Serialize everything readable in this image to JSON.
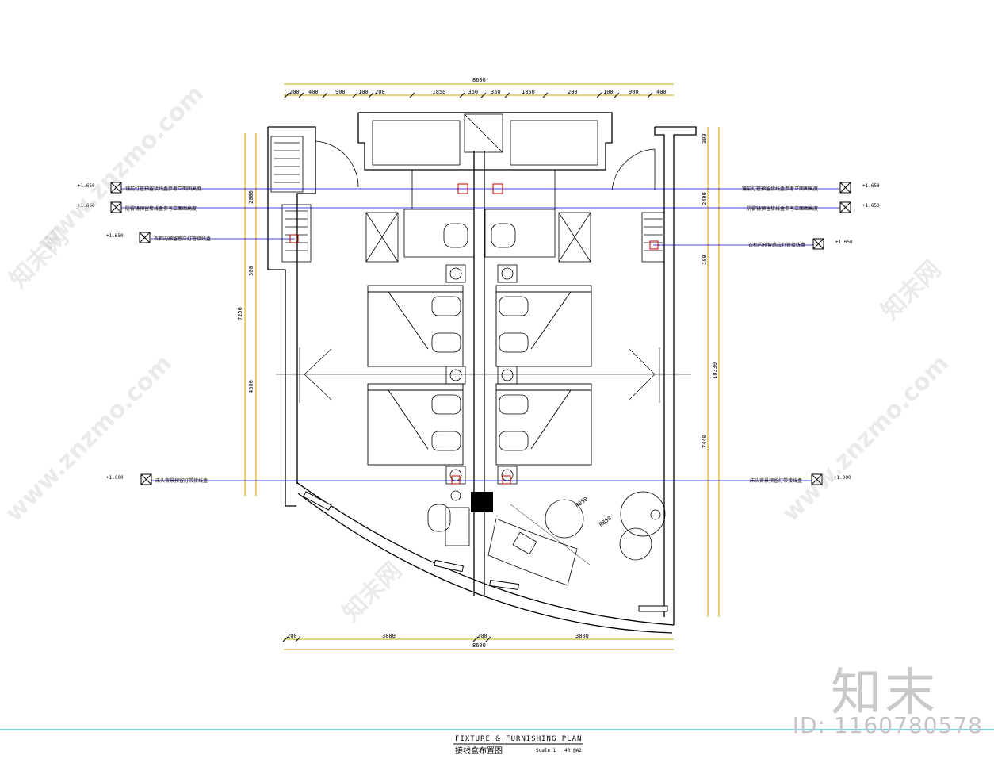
{
  "drawing": {
    "title_en": "FIXTURE & FURNISHING PLAN",
    "title_cn": "接线盒布置图",
    "scale": "Scale 1 : 40 @A2"
  },
  "dimensions": {
    "top_total": "8600",
    "top_segments": [
      "200",
      "400",
      "900",
      "100",
      "200",
      "1850",
      "350",
      "350",
      "1850",
      "200",
      "100",
      "900",
      "400"
    ],
    "bottom_total": "8600",
    "bottom_segments": [
      "200",
      "3800",
      "200",
      "3800"
    ],
    "left_segments": [
      "2000",
      "300",
      "4500"
    ],
    "left_total": "7250",
    "right_segments": [
      "300",
      "2400",
      "100",
      "7440"
    ],
    "right_total": "10330",
    "radii": [
      "R850",
      "R850"
    ]
  },
  "notes": {
    "left": [
      {
        "level": "+1.650",
        "text": "镜前灯管预留接线盒参考立面图高度"
      },
      {
        "level": "+1.650",
        "text": "防雾镜预留接线盒参考立面图高度"
      },
      {
        "level": "+1.650",
        "text": "衣柜内预留感应灯管接线盒"
      },
      {
        "level": "+1.000",
        "text": "床头背景预留灯带接线盒"
      }
    ],
    "right": [
      {
        "level": "+1.650",
        "text": "镜前灯管预留接线盒参考立面图高度"
      },
      {
        "level": "+1.650",
        "text": "防雾镜预留接线盒参考立面图高度"
      },
      {
        "level": "+1.650",
        "text": "衣柜内预留感应灯管接线盒"
      },
      {
        "level": "+1.000",
        "text": "床头背景预留灯带接线盒"
      }
    ]
  },
  "watermarks": {
    "site": "www.znzmo.com",
    "cn": "知末网",
    "brand": "知末",
    "id": "ID: 1160780578"
  },
  "colors": {
    "line": "#000000",
    "dimension": "#c8a400",
    "leader": "#0000cc",
    "marker": "#cc0000",
    "baseline": "#00a0c8"
  }
}
